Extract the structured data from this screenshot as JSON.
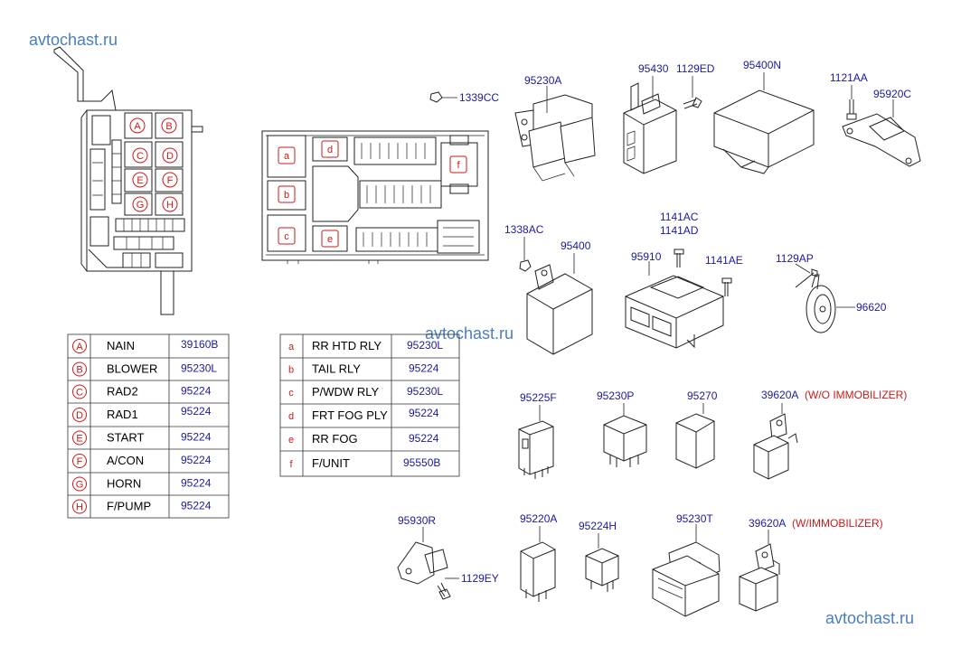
{
  "watermarks": [
    "avtochast.ru",
    "avtochast.ru",
    "avtochast.ru"
  ],
  "part_numbers": {
    "p1339CC": "1339CC",
    "p95230A": "95230A",
    "p95430": "95430",
    "p1129ED": "1129ED",
    "p95400N": "95400N",
    "p1121AA": "1121AA",
    "p95920C": "95920C",
    "p1338AC": "1338AC",
    "p95400": "95400",
    "p1141AC": "1141AC",
    "p1141AD": "1141AD",
    "p95910": "95910",
    "p1141AE": "1141AE",
    "p1129AP": "1129AP",
    "p96620": "96620",
    "p95225F": "95225F",
    "p95230P": "95230P",
    "p95270": "95270",
    "p39620A_1": "39620A",
    "p95930R": "95930R",
    "p1129EY": "1129EY",
    "p95220A": "95220A",
    "p95224H": "95224H",
    "p95230T": "95230T",
    "p39620A_2": "39620A"
  },
  "notes": {
    "wo_immobilizer": "(W/O IMMOBILIZER)",
    "w_immobilizer": "(W/IMMOBILIZER)"
  },
  "fuse_box_letters": [
    "A",
    "B",
    "C",
    "D",
    "E",
    "F",
    "G",
    "H"
  ],
  "relay_box_letters": [
    "a",
    "b",
    "c",
    "d",
    "e",
    "f"
  ],
  "table_upper": [
    {
      "key": "A",
      "name": "NAIN",
      "part": "39160B"
    },
    {
      "key": "B",
      "name": "BLOWER",
      "part": "95230L"
    },
    {
      "key": "C",
      "name": "RAD2",
      "part": "95224"
    },
    {
      "key": "D",
      "name": "RAD1",
      "part": "95224"
    },
    {
      "key": "E",
      "name": "START",
      "part": "95224"
    },
    {
      "key": "F",
      "name": "A/CON",
      "part": "95224"
    },
    {
      "key": "G",
      "name": "HORN",
      "part": "95224"
    },
    {
      "key": "H",
      "name": "F/PUMP",
      "part": "95224"
    }
  ],
  "table_lower": [
    {
      "key": "a",
      "name": "RR HTD RLY",
      "part": "95230L"
    },
    {
      "key": "b",
      "name": "TAIL RLY",
      "part": "95224"
    },
    {
      "key": "c",
      "name": "P/WDW RLY",
      "part": "95230L"
    },
    {
      "key": "d",
      "name": "FRT FOG PLY",
      "part": "95224"
    },
    {
      "key": "e",
      "name": "RR FOG",
      "part": "95224"
    },
    {
      "key": "f",
      "name": "F/UNIT",
      "part": "95550B"
    }
  ],
  "colors": {
    "part_number": "#1a1aa0",
    "note_red": "#cc1a1a",
    "watermark": "#4a7fbf",
    "line": "#222222"
  }
}
